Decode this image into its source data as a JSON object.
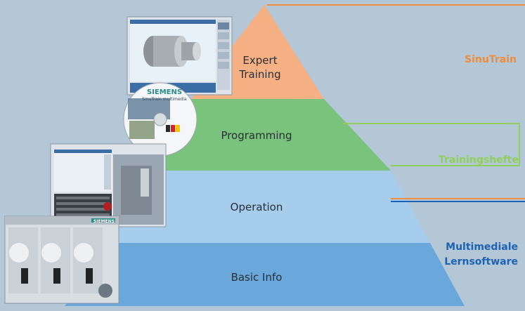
{
  "pyramid": {
    "levels": [
      {
        "label": "Basic Info",
        "color": "#6aa7da"
      },
      {
        "label": "Operation",
        "color": "#a6cdec"
      },
      {
        "label": "Programming",
        "color": "#79c37c"
      },
      {
        "label": "Expert\nTraining",
        "color": "#f5b083"
      }
    ]
  },
  "side_labels": {
    "sinutrain": {
      "text": "SinuTrain",
      "color": "#f08c3c"
    },
    "trainingshefte": {
      "text": "Trainingshefte",
      "color": "#8fd05a"
    },
    "multimedia": {
      "text": "Multimediale\nLernsoftware",
      "color": "#1d63b4"
    }
  },
  "images": {
    "cd_brand": "SIEMENS",
    "cd_subtitle": "SinuTrain multimedia",
    "multimedia_brand": "SIEMENS"
  }
}
